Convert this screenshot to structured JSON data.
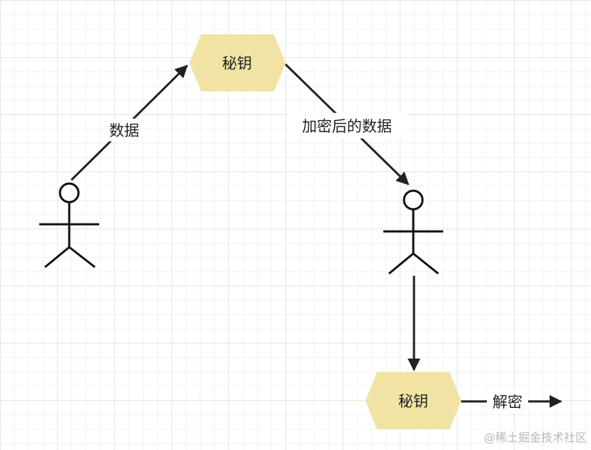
{
  "nodes": {
    "key_top": {
      "label": "秘钥"
    },
    "key_bottom": {
      "label": "秘钥"
    }
  },
  "edges": {
    "data": {
      "label": "数据"
    },
    "encrypted_data": {
      "label": "加密后的数据"
    },
    "decrypt": {
      "label": "解密"
    }
  },
  "watermark": "@稀土掘金技术社区",
  "colors": {
    "hex_fill": "#f0e3a3",
    "line": "#222222",
    "grid": "#e5e5e5"
  }
}
